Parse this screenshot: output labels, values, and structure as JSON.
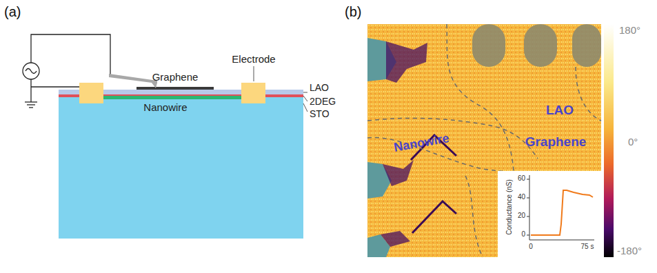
{
  "diagram": {
    "labels": [
      "(a)",
      "Graphene",
      "Electrode",
      "LAO",
      "2DEG",
      "STO",
      "Nanowire",
      "(b)",
      "LAO",
      "Graphene",
      "Nanowire",
      "60",
      "40",
      "20",
      "0",
      "0",
      "75 s",
      "Conductance (nS)",
      "180°",
      "0°",
      "-180°"
    ]
  }
}
